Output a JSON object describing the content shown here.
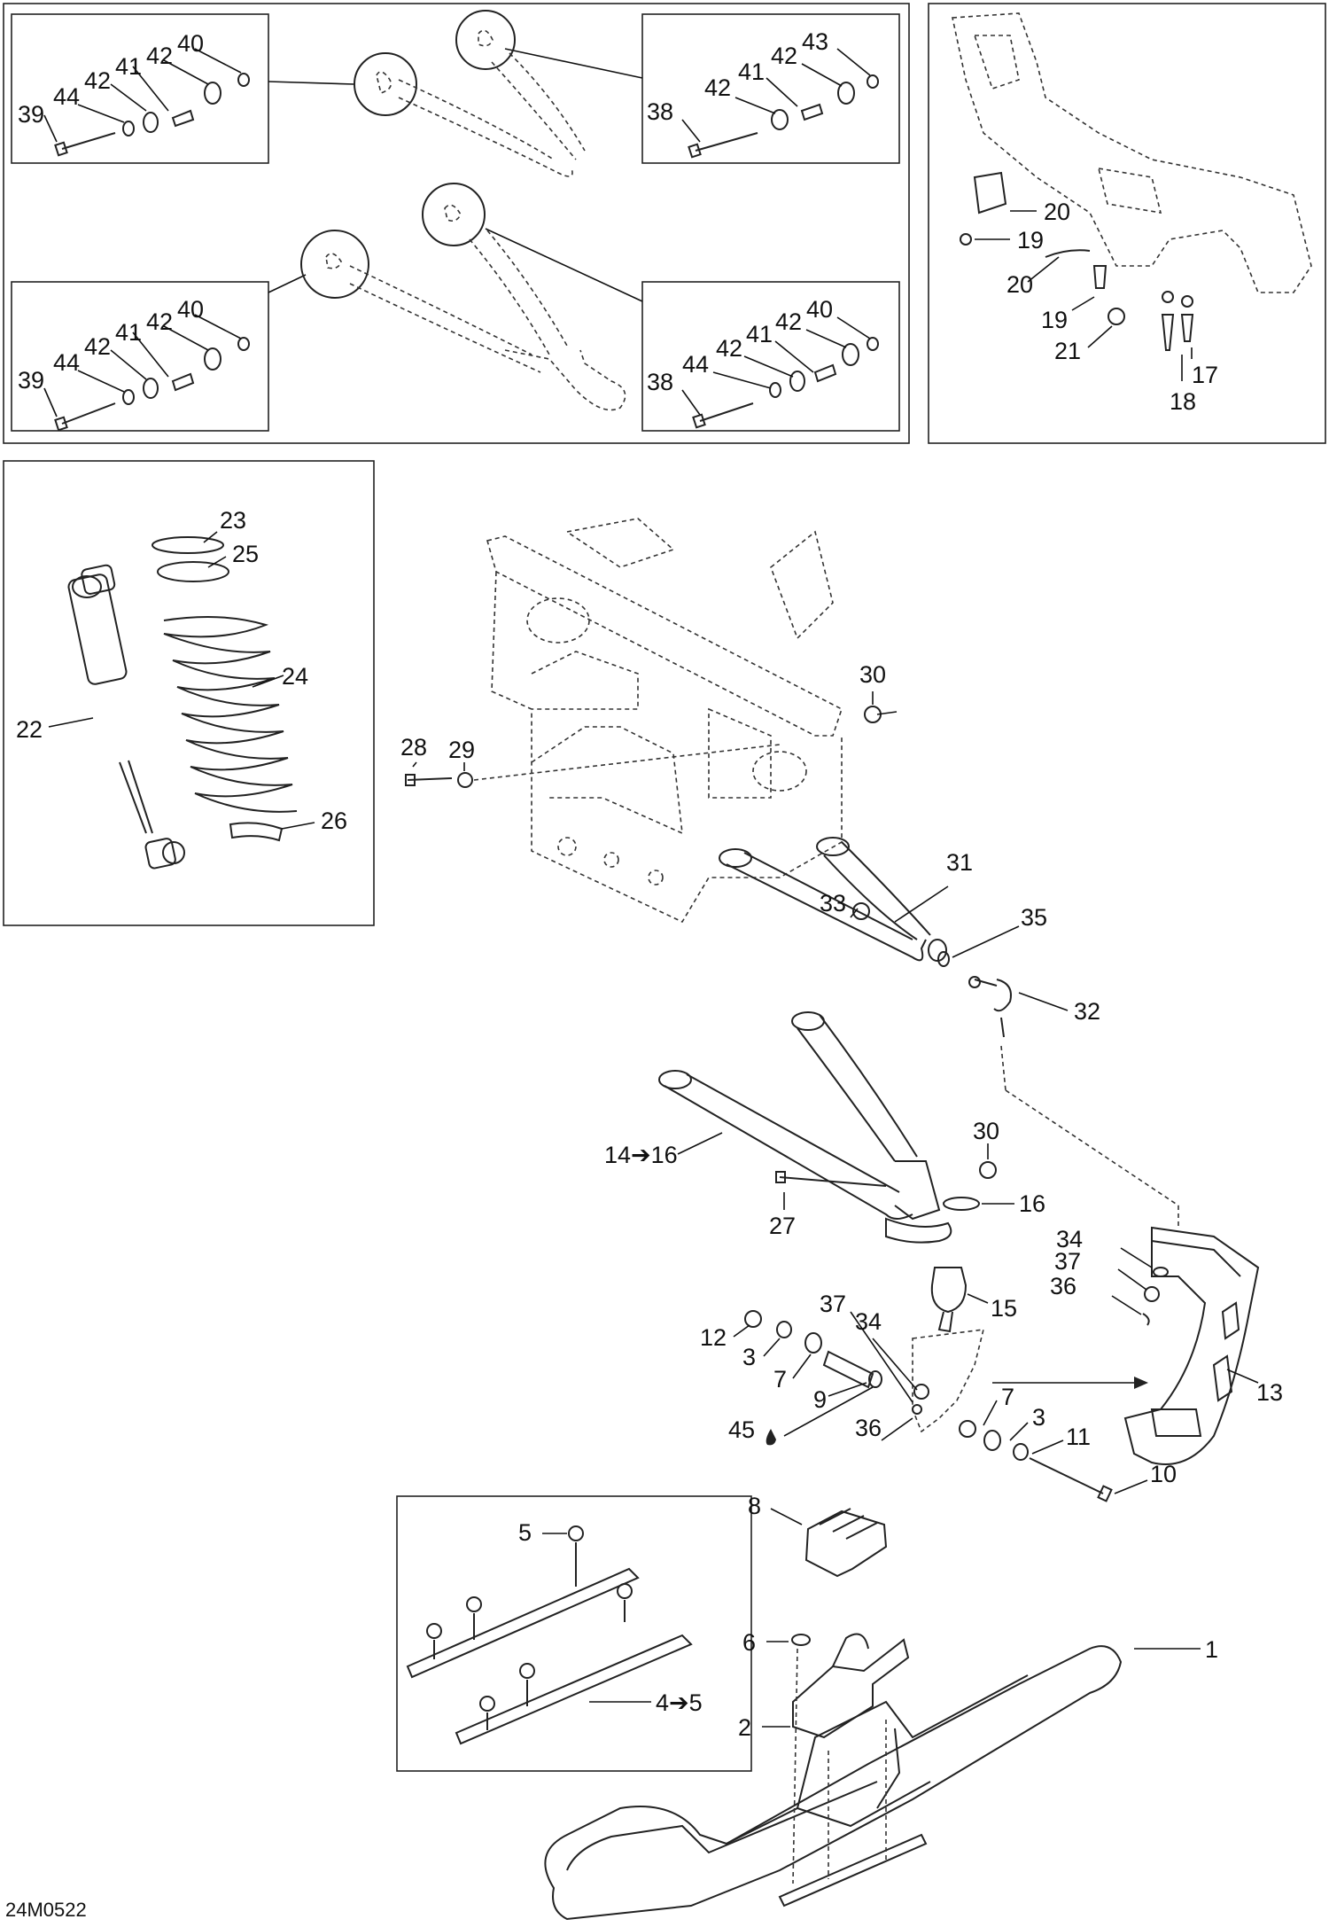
{
  "diagram": {
    "drawing_code": "24M0522",
    "callouts": {
      "c1": "1",
      "c2": "2",
      "c3a": "3",
      "c3b": "3",
      "c4_5": "4➔5",
      "c5": "5",
      "c6": "6",
      "c7a": "7",
      "c7b": "7",
      "c8": "8",
      "c9": "9",
      "c10": "10",
      "c11": "11",
      "c12": "12",
      "c13": "13",
      "c14_16": "14➔16",
      "c15": "15",
      "c16": "16",
      "c17": "17",
      "c18": "18",
      "c19a": "19",
      "c19b": "19",
      "c20a": "20",
      "c20b": "20",
      "c21": "21",
      "c22": "22",
      "c23": "23",
      "c24": "24",
      "c25": "25",
      "c26": "26",
      "c27": "27",
      "c28": "28",
      "c29": "29",
      "c30a": "30",
      "c30b": "30",
      "c31": "31",
      "c32": "32",
      "c33": "33",
      "c34a": "34",
      "c34b": "34",
      "c35": "35",
      "c36a": "36",
      "c36b": "36",
      "c37a": "37",
      "c37b": "37",
      "c45": "45",
      "b1_39": "39",
      "b1_44": "44",
      "b1_42a": "42",
      "b1_41": "41",
      "b1_42b": "42",
      "b1_40": "40",
      "b2_38": "38",
      "b2_42a": "42",
      "b2_41": "41",
      "b2_42b": "42",
      "b2_43": "43",
      "b3_39": "39",
      "b3_44": "44",
      "b3_42a": "42",
      "b3_41": "41",
      "b3_42b": "42",
      "b3_40": "40",
      "b4_38": "38",
      "b4_44": "44",
      "b4_42a": "42",
      "b4_41": "41",
      "b4_42b": "42",
      "b4_40": "40"
    }
  }
}
